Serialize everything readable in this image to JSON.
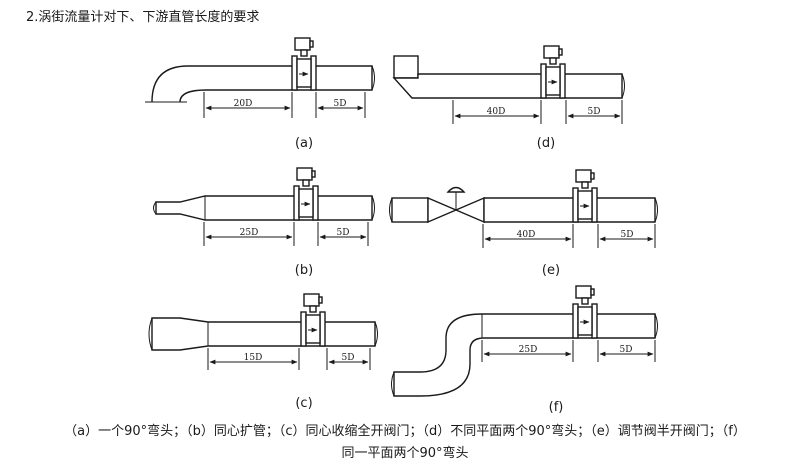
{
  "heading": "2.涡街流量计对下、下游直管长度的要求",
  "figures": [
    {
      "id": "a",
      "label": "(a)",
      "upstream": "20D",
      "downstream": "5D"
    },
    {
      "id": "b",
      "label": "(b)",
      "upstream": "25D",
      "downstream": "5D"
    },
    {
      "id": "c",
      "label": "(c)",
      "upstream": "15D",
      "downstream": "5D"
    },
    {
      "id": "d",
      "label": "(d)",
      "upstream": "40D",
      "downstream": "5D"
    },
    {
      "id": "e",
      "label": "(e)",
      "upstream": "40D",
      "downstream": "5D"
    },
    {
      "id": "f",
      "label": "(f)",
      "upstream": "25D",
      "downstream": "5D"
    }
  ],
  "caption_line1": "（a）一个90°弯头；（b）同心扩管；（c）同心收缩全开阀门；（d）不同平面两个90°弯头；（e）调节阀半开阀门；（f）",
  "caption_line2": "同一平面两个90°弯头"
}
